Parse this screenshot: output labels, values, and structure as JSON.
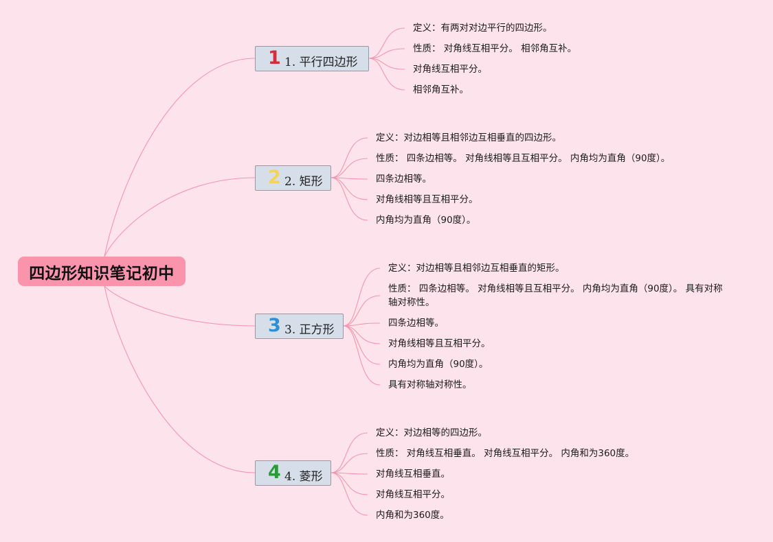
{
  "root": {
    "label": "四边形知识笔记初中"
  },
  "branches": [
    {
      "number": "1",
      "number_color": "#d62d3c",
      "label": "1. 平行四边形",
      "leaves": [
        "定义：有两对对边平行的四边形。",
        "性质： 对角线互相平分。 相邻角互补。",
        "对角线互相平分。",
        "相邻角互补。"
      ]
    },
    {
      "number": "2",
      "number_color": "#f2d45c",
      "label": "2. 矩形",
      "leaves": [
        "定义：对边相等且相邻边互相垂直的四边形。",
        "性质： 四条边相等。 对角线相等且互相平分。 内角均为直角（90度）。",
        "四条边相等。",
        "对角线相等且互相平分。",
        "内角均为直角（90度）。"
      ]
    },
    {
      "number": "3",
      "number_color": "#2c8fd9",
      "label": "3. 正方形",
      "leaves": [
        "定义：对边相等且相邻边互相垂直的矩形。",
        "性质： 四条边相等。 对角线相等且互相平分。 内角均为直角（90度）。 具有对称轴对称性。",
        "四条边相等。",
        "对角线相等且互相平分。",
        "内角均为直角（90度）。",
        "具有对称轴对称性。"
      ]
    },
    {
      "number": "4",
      "number_color": "#2a9a3a",
      "label": "4. 菱形",
      "leaves": [
        "定义：对边相等的四边形。",
        "性质： 对角线互相垂直。 对角线互相平分。 内角和为360度。",
        "对角线互相垂直。",
        "对角线互相平分。",
        "内角和为360度。"
      ]
    }
  ],
  "colors": {
    "background": "#fde4ec",
    "root_fill": "#f994ac",
    "branch_fill": "#d6dee9",
    "branch_border": "#8e9aa8",
    "link": "#f394ad"
  }
}
